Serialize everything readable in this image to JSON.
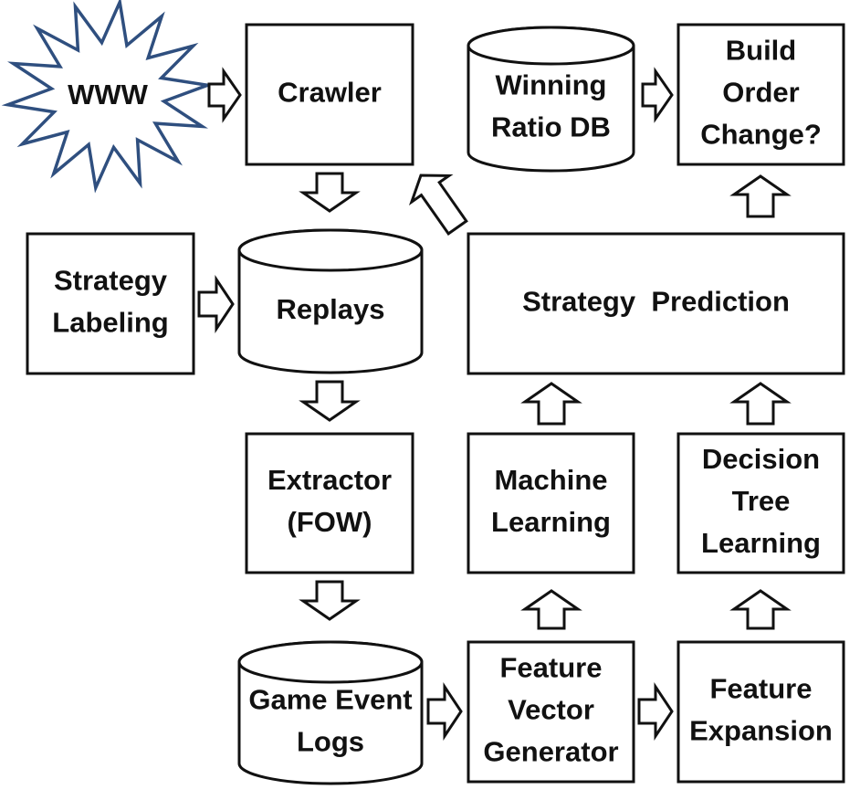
{
  "diagram": {
    "colors": {
      "stroke": "#111111",
      "fill": "#ffffff",
      "burst_stroke": "#2f4f7f"
    },
    "nodes": {
      "www": {
        "shape": "starburst",
        "lines": [
          "WWW"
        ]
      },
      "crawler": {
        "shape": "box",
        "lines": [
          "Crawler"
        ]
      },
      "winning_ratio_db": {
        "shape": "cylinder",
        "lines": [
          "Winning",
          "Ratio DB"
        ]
      },
      "build_order_change": {
        "shape": "box",
        "lines": [
          "Build",
          "Order",
          "Change?"
        ]
      },
      "strategy_labeling": {
        "shape": "box",
        "lines": [
          "Strategy",
          "Labeling"
        ]
      },
      "replays": {
        "shape": "cylinder",
        "lines": [
          "Replays"
        ]
      },
      "strategy_prediction": {
        "shape": "box",
        "lines": [
          "Strategy  Prediction"
        ]
      },
      "extractor": {
        "shape": "box",
        "lines": [
          "Extractor",
          "(FOW)"
        ]
      },
      "machine_learning": {
        "shape": "box",
        "lines": [
          "Machine",
          "Learning"
        ]
      },
      "decision_tree_learning": {
        "shape": "box",
        "lines": [
          "Decision",
          "Tree",
          "Learning"
        ]
      },
      "game_event_logs": {
        "shape": "cylinder",
        "lines": [
          "Game Event",
          "Logs"
        ]
      },
      "feature_vector_generator": {
        "shape": "box",
        "lines": [
          "Feature",
          "Vector",
          "Generator"
        ]
      },
      "feature_expansion": {
        "shape": "box",
        "lines": [
          "Feature",
          "Expansion"
        ]
      }
    },
    "edges": [
      {
        "from": "www",
        "to": "crawler",
        "style": "hollow-arrow"
      },
      {
        "from": "crawler",
        "to": "replays",
        "style": "hollow-arrow"
      },
      {
        "from": "strategy_labeling",
        "to": "replays",
        "style": "hollow-arrow"
      },
      {
        "from": "replays",
        "to": "extractor",
        "style": "hollow-arrow"
      },
      {
        "from": "extractor",
        "to": "game_event_logs",
        "style": "hollow-arrow"
      },
      {
        "from": "game_event_logs",
        "to": "feature_vector_generator",
        "style": "hollow-arrow"
      },
      {
        "from": "feature_vector_generator",
        "to": "feature_expansion",
        "style": "hollow-arrow"
      },
      {
        "from": "feature_vector_generator",
        "to": "machine_learning",
        "style": "hollow-arrow"
      },
      {
        "from": "feature_expansion",
        "to": "decision_tree_learning",
        "style": "hollow-arrow"
      },
      {
        "from": "machine_learning",
        "to": "strategy_prediction",
        "style": "hollow-arrow"
      },
      {
        "from": "decision_tree_learning",
        "to": "strategy_prediction",
        "style": "hollow-arrow"
      },
      {
        "from": "strategy_prediction",
        "to": "crawler",
        "style": "hollow-arrow"
      },
      {
        "from": "strategy_prediction",
        "to": "build_order_change",
        "style": "hollow-arrow"
      },
      {
        "from": "winning_ratio_db",
        "to": "build_order_change",
        "style": "hollow-arrow"
      }
    ]
  }
}
